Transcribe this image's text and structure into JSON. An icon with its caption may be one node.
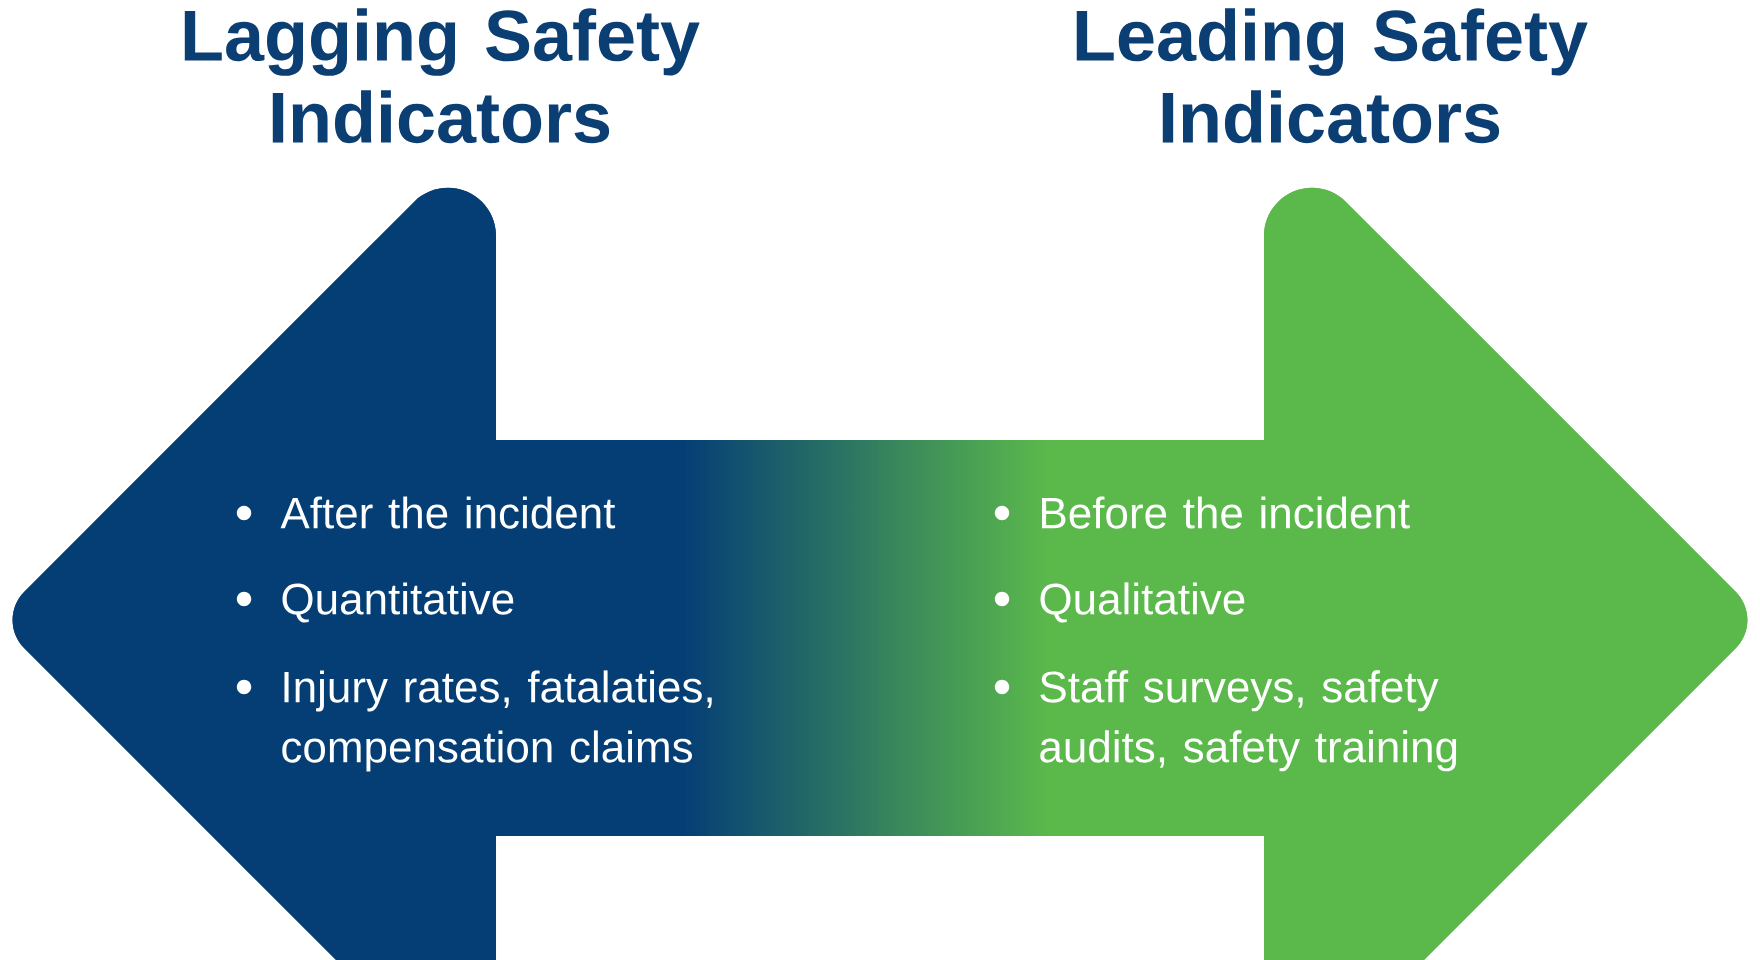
{
  "diagram": {
    "nodes": [
      {
        "text": [
          "Lagging Safety Indicators",
          "After the incident",
          "Quantitative",
          "Injury rates, fatalaties, compensation claims"
        ]
      },
      {
        "text": [
          "Leading Safety Indicators",
          "Before the incident",
          "Qualitative",
          "Staff surveys, safety audits, safety training"
        ]
      }
    ]
  }
}
